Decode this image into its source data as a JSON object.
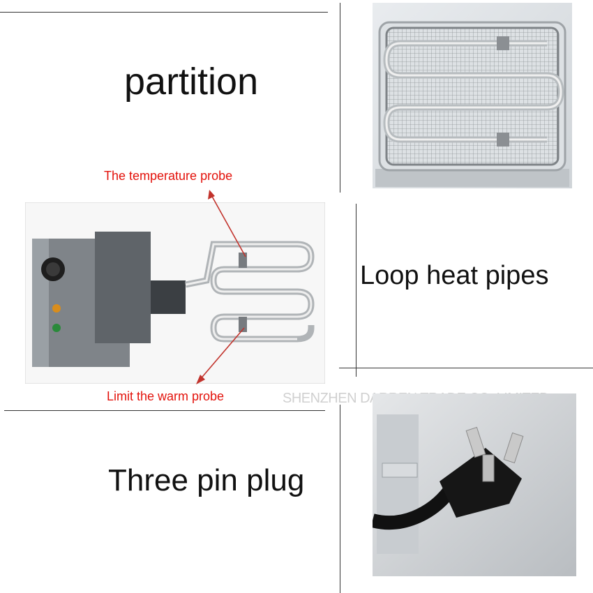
{
  "labels": {
    "partition": "partition",
    "loop_heat_pipes": "Loop heat pipes",
    "three_pin_plug": "Three pin plug",
    "temperature_probe": "The temperature probe",
    "limit_warm_probe": "Limit the warm probe"
  },
  "watermark": "SHENZHEN DARREN TRADE CO.,LIMITED",
  "colors": {
    "annotation_red": "#e3120b",
    "text": "#111111",
    "rule": "#333333"
  },
  "photos": {
    "basket": "wire-basket-photo",
    "heater": "heating-element-photo",
    "plug": "three-pin-plug-photo"
  }
}
